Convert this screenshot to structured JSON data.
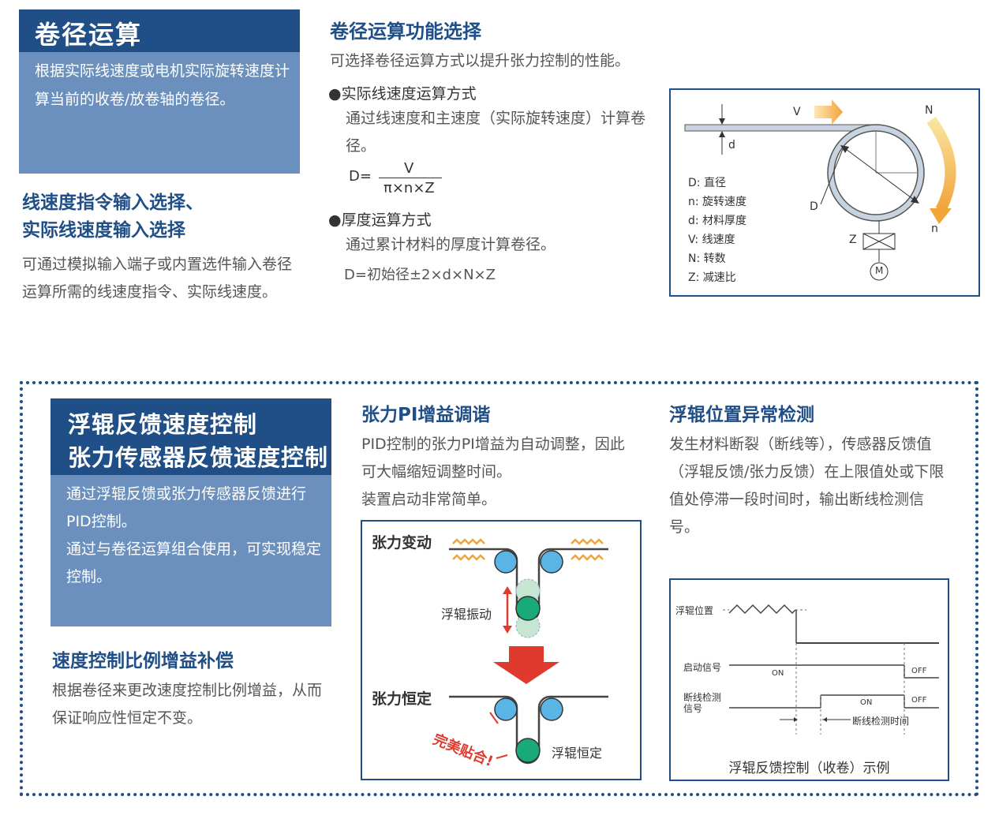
{
  "sec1": {
    "title": "卷径运算",
    "desc": "根据实际线速度或电机实际旋转速度计算当前的收卷/放卷轴的卷径。",
    "sub_title_line1": "线速度指令输入选择、",
    "sub_title_line2": "实际线速度输入选择",
    "sub_desc": "可通过模拟输入端子或内置选件输入卷径运算所需的线速度指令、实际线速度。"
  },
  "sec2": {
    "title": "卷径运算功能选择",
    "intro": "可选择卷径运算方式以提升张力控制的性能。",
    "m1_title": "●实际线速度运算方式",
    "m1_desc": "通过线速度和主速度（实际旋转速度）计算卷径。",
    "formula_lhs": "D=",
    "formula_num": "V",
    "formula_den": "π×n×Z",
    "m2_title": "●厚度运算方式",
    "m2_desc": "通过累计材料的厚度计算卷径。",
    "m2_formula": "D=初始径±2×d×N×Z"
  },
  "diagram1": {
    "label_V": "V",
    "label_N": "N",
    "label_n": "n",
    "label_d": "d",
    "label_D": "D",
    "label_Z": "Z",
    "label_M": "M",
    "legend": [
      "D: 直径",
      "n: 旋转速度",
      "d: 材料厚度",
      "V: 线速度",
      "N: 转数",
      "Z: 减速比"
    ]
  },
  "sec3": {
    "title_line1": "浮辊反馈速度控制",
    "title_line2": "张力传感器反馈速度控制",
    "desc1": "通过浮辊反馈或张力传感器反馈进行PID控制。",
    "desc2": "通过与卷径运算组合使用，可实现稳定控制。",
    "sub_title": "速度控制比例增益补偿",
    "sub_desc": "根据卷径来更改速度控制比例增益，从而保证响应性恒定不变。"
  },
  "sec4": {
    "title": "张力PI增益调谐",
    "desc_line1": "PID控制的张力PI增益为自动调整，因此",
    "desc_line2": "可大幅缩短调整时间。",
    "desc_line3": "装置启动非常简单。",
    "diag_top_label": "张力变动",
    "diag_vibrate": "浮辊振动",
    "diag_bottom_label": "张力恒定",
    "diag_perfect": "完美贴合!",
    "diag_steady": "浮辊恒定"
  },
  "sec5": {
    "title": "浮辊位置异常检测",
    "desc": "发生材料断裂（断线等），传感器反馈值（浮辊反馈/张力反馈）在上限值处或下限值处停滞一段时间时，输出断线检测信号。",
    "timing_pos": "浮辊位置",
    "timing_start": "启动信号",
    "timing_break1": "断线检测",
    "timing_break2": "信号",
    "on1": "ON",
    "off1": "OFF",
    "on2": "ON",
    "off2": "OFF",
    "detect_time": "断线检测时间",
    "caption": "浮辊反馈控制（收卷）示例"
  },
  "colors": {
    "dark_blue": "#1f4f86",
    "light_blue": "#6b90bd",
    "roller_blue": "#5ab4e6",
    "roller_green": "#1aa978",
    "arrow_red": "#e03a2f",
    "arrow_orange": "#f2a33a"
  }
}
